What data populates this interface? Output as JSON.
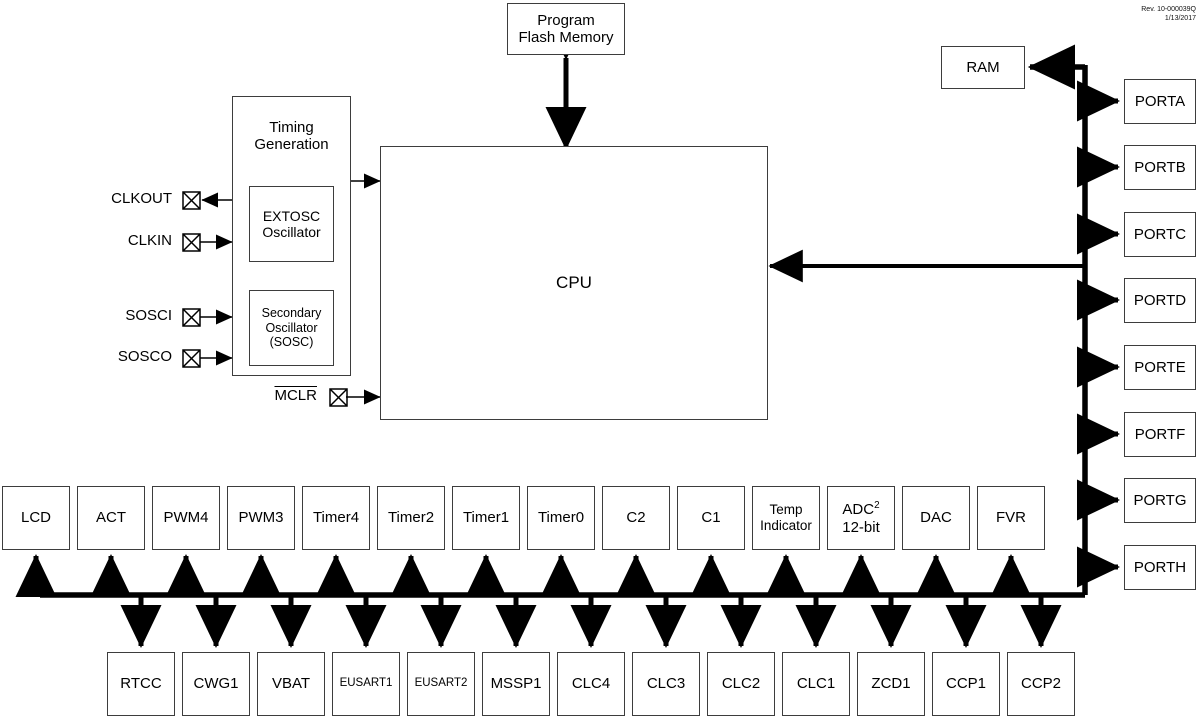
{
  "revision": {
    "id": "Rev. 10-000039Q",
    "date": "1/13/2017"
  },
  "blocks": {
    "program_flash": {
      "line1": "Program",
      "line2": "Flash Memory"
    },
    "cpu": {
      "label": "CPU"
    },
    "ram": {
      "label": "RAM"
    },
    "timing": {
      "line1": "Timing",
      "line2": "Generation"
    },
    "extosc": {
      "line1": "EXTOSC",
      "line2": "Oscillator"
    },
    "sosc": {
      "line1": "Secondary",
      "line2": "Oscillator",
      "line3": "(SOSC)"
    }
  },
  "pins": [
    {
      "label": "CLKOUT",
      "direction": "out"
    },
    {
      "label": "CLKIN",
      "direction": "in"
    },
    {
      "label": "SOSCI",
      "direction": "in"
    },
    {
      "label": "SOSCO",
      "direction": "in"
    },
    {
      "label": "MCLR",
      "direction": "in",
      "overline": true
    }
  ],
  "ports": [
    {
      "label": "PORTA"
    },
    {
      "label": "PORTB"
    },
    {
      "label": "PORTC"
    },
    {
      "label": "PORTD"
    },
    {
      "label": "PORTE"
    },
    {
      "label": "PORTF"
    },
    {
      "label": "PORTG"
    },
    {
      "label": "PORTH"
    }
  ],
  "peripherals_top": [
    {
      "label": "LCD"
    },
    {
      "label": "ACT"
    },
    {
      "label": "PWM4"
    },
    {
      "label": "PWM3"
    },
    {
      "label": "Timer4"
    },
    {
      "label": "Timer2"
    },
    {
      "label": "Timer1"
    },
    {
      "label": "Timer0"
    },
    {
      "label": "C2"
    },
    {
      "label": "C1"
    },
    {
      "line1": "Temp",
      "line2": "Indicator",
      "size": "med"
    },
    {
      "line1": "ADC",
      "superscript": "2",
      "line2": "12-bit"
    },
    {
      "label": "DAC"
    },
    {
      "label": "FVR"
    }
  ],
  "peripherals_bottom": [
    {
      "label": "RTCC"
    },
    {
      "label": "CWG1"
    },
    {
      "label": "VBAT"
    },
    {
      "label": "EUSART1",
      "size": "small"
    },
    {
      "label": "EUSART2",
      "size": "small"
    },
    {
      "label": "MSSP1"
    },
    {
      "label": "CLC4"
    },
    {
      "label": "CLC3"
    },
    {
      "label": "CLC2"
    },
    {
      "label": "CLC1"
    },
    {
      "label": "ZCD1"
    },
    {
      "label": "CCP1"
    },
    {
      "label": "CCP2"
    }
  ],
  "colors": {
    "line": "#000000",
    "box_border": "#3d3d3d",
    "background": "#ffffff"
  }
}
